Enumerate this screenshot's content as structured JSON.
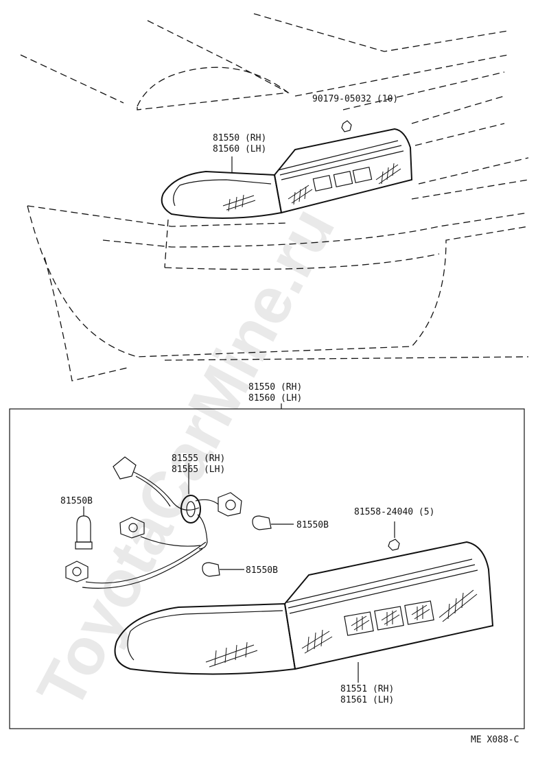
{
  "watermark": "ToyotaCarMine.ru",
  "top_labels": {
    "nut": "90179-05032 (10)",
    "lamp_rh": "81550 (RH)",
    "lamp_lh": "81560 (LH)"
  },
  "box_labels": {
    "assy_rh": "81550 (RH)",
    "assy_lh": "81560 (LH)",
    "socket_rh": "81555 (RH)",
    "socket_lh": "81565 (LH)",
    "bulb_1": "81550B",
    "bulb_2": "81550B",
    "bulb_3": "81550B",
    "clip": "81558-24040 (5)",
    "lens_rh": "81551 (RH)",
    "lens_lh": "81561 (LH)"
  },
  "diagram_code": "ME X088-C"
}
